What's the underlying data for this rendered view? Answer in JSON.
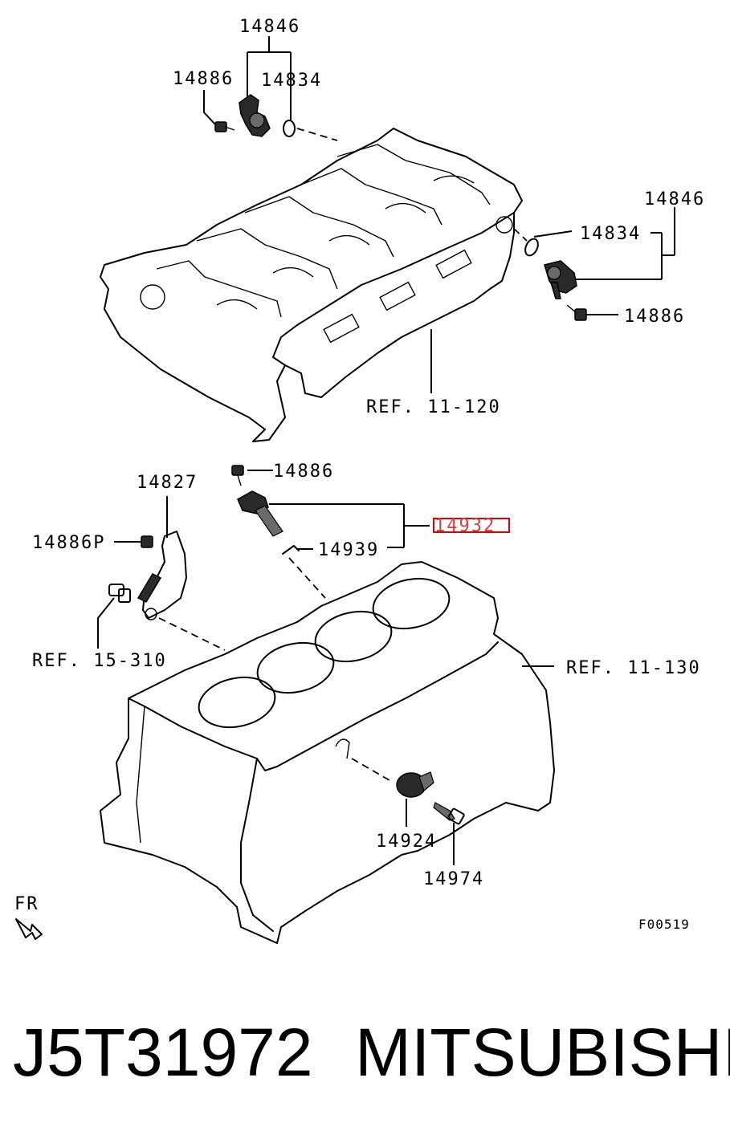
{
  "callouts": {
    "top_sensor_group": "14846",
    "top_bolt": "14886",
    "top_oring": "14834",
    "right_sensor_group": "14846",
    "right_oring": "14834",
    "right_bolt": "14886",
    "head_ref": "REF. 11-120",
    "crank_bolt": "14886",
    "crank_sensor_group": "14932",
    "crank_oring": "14939",
    "bracket": "14827",
    "bracket_bolt": "14886P",
    "stud_ref": "REF. 15-310",
    "block_ref": "REF. 11-130",
    "knock_sensor": "14924",
    "knock_bolt": "14974",
    "front_marker": "FR",
    "figure_code": "F00519"
  },
  "footer": {
    "part_number": "J5T31972",
    "brand": "MITSUBISHI"
  },
  "highlight": {
    "callout": "14932",
    "color": "#e00000"
  }
}
